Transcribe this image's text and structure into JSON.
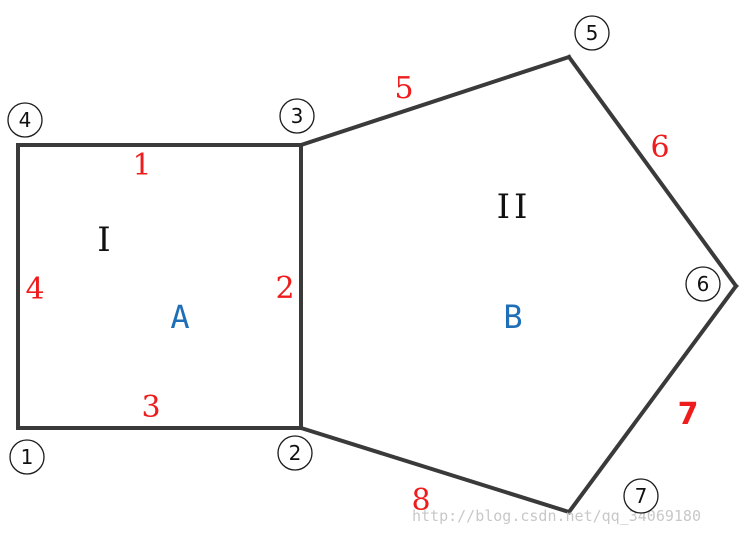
{
  "diagram": {
    "nodes": [
      {
        "id": "n1",
        "label": "1"
      },
      {
        "id": "n2",
        "label": "2"
      },
      {
        "id": "n3",
        "label": "3"
      },
      {
        "id": "n4",
        "label": "4"
      },
      {
        "id": "n5",
        "label": "5"
      },
      {
        "id": "n6",
        "label": "6"
      },
      {
        "id": "n7",
        "label": "7"
      }
    ],
    "edges": [
      {
        "id": "e1",
        "label": "1",
        "from": "n4",
        "to": "n3"
      },
      {
        "id": "e2",
        "label": "2",
        "from": "n3",
        "to": "n2"
      },
      {
        "id": "e3",
        "label": "3",
        "from": "n1",
        "to": "n2"
      },
      {
        "id": "e4",
        "label": "4",
        "from": "n4",
        "to": "n1"
      },
      {
        "id": "e5",
        "label": "5",
        "from": "n3",
        "to": "n5"
      },
      {
        "id": "e6",
        "label": "6",
        "from": "n5",
        "to": "n6"
      },
      {
        "id": "e7",
        "label": "7",
        "from": "n6",
        "to": "n7"
      },
      {
        "id": "e8",
        "label": "8",
        "from": "n2",
        "to": "n7"
      }
    ],
    "regions": [
      {
        "id": "A",
        "roman": "I",
        "letter": "A"
      },
      {
        "id": "B",
        "roman": "II",
        "letter": "B"
      }
    ],
    "colors": {
      "edge": "#3a3a3a",
      "edge_label": "#ee1c1c",
      "region_letter": "#1f6fb8",
      "watermark": "#c8c8c8"
    },
    "watermark": "http://blog.csdn.net/qq_34069180"
  }
}
